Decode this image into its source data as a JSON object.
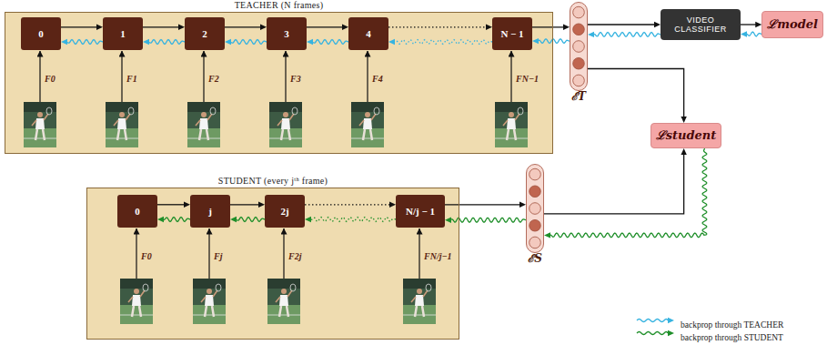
{
  "diagram": {
    "nodes": [
      {
        "text": [
          "TEACHER (N frames)"
        ]
      },
      {
        "text": [
          "0"
        ],
        "in": 0
      },
      {
        "text": [
          "1"
        ],
        "in": 0
      },
      {
        "text": [
          "2"
        ],
        "in": 0
      },
      {
        "text": [
          "3"
        ],
        "in": 0
      },
      {
        "text": [
          "4"
        ],
        "in": 0
      },
      {
        "text": [
          "N − 1"
        ],
        "in": 0
      },
      {
        "text": [
          "ℰT"
        ]
      },
      {
        "text": [
          "VIDEO CLASSIFIER"
        ]
      },
      {
        "text": [
          "ℒmodel"
        ]
      },
      {
        "text": [
          "ℒstudent"
        ]
      },
      {
        "text": [
          "STUDENT (every jᵗʰ frame)"
        ]
      },
      {
        "text": [
          "0"
        ],
        "in": 11
      },
      {
        "text": [
          "j"
        ],
        "in": 11
      },
      {
        "text": [
          "2j"
        ],
        "in": 11
      },
      {
        "text": [
          "N/j − 1"
        ],
        "in": 11
      },
      {
        "text": [
          "ℰS"
        ]
      }
    ],
    "edges": [
      {
        "from": 1,
        "to": 2,
        "arrow": "to"
      },
      {
        "from": 2,
        "to": 3,
        "arrow": "to"
      },
      {
        "from": 3,
        "to": 4,
        "arrow": "to"
      },
      {
        "from": 4,
        "to": 5,
        "arrow": "to"
      },
      {
        "from": 5,
        "to": 6,
        "arrow": "to"
      },
      {
        "from": 6,
        "to": 7,
        "arrow": "to"
      },
      {
        "from": 7,
        "to": 8,
        "arrow": "to"
      },
      {
        "from": 8,
        "to": 9,
        "arrow": "to"
      },
      {
        "from": 7,
        "to": 10,
        "arrow": "to"
      },
      {
        "from": 12,
        "to": 13,
        "arrow": "to"
      },
      {
        "from": 13,
        "to": 14,
        "arrow": "to"
      },
      {
        "from": 14,
        "to": 15,
        "arrow": "to"
      },
      {
        "from": 15,
        "to": 16,
        "arrow": "to"
      },
      {
        "from": 16,
        "to": 10,
        "arrow": "to"
      },
      {
        "from": 9,
        "to": 8,
        "arrow": "to"
      },
      {
        "from": 8,
        "to": 7,
        "arrow": "to"
      },
      {
        "from": 7,
        "to": 6,
        "arrow": "to"
      },
      {
        "from": 6,
        "to": 5,
        "arrow": "to"
      },
      {
        "from": 5,
        "to": 4,
        "arrow": "to"
      },
      {
        "from": 4,
        "to": 3,
        "arrow": "to"
      },
      {
        "from": 3,
        "to": 2,
        "arrow": "to"
      },
      {
        "from": 2,
        "to": 1,
        "arrow": "to"
      },
      {
        "from": 10,
        "to": 16,
        "arrow": "to"
      },
      {
        "from": 16,
        "to": 15,
        "arrow": "to"
      },
      {
        "from": 15,
        "to": 14,
        "arrow": "to"
      },
      {
        "from": 14,
        "to": 13,
        "arrow": "to"
      },
      {
        "from": 13,
        "to": 12,
        "arrow": "to"
      }
    ],
    "labels": [
      "F0",
      "F1",
      "F2",
      "F3",
      "F4",
      "FN−1",
      "F0",
      "Fj",
      "F2j",
      "FN/j−1"
    ],
    "legend": [
      {
        "text": "backprop through TEACHER"
      },
      {
        "text": "backprop through STUDENT"
      }
    ]
  }
}
